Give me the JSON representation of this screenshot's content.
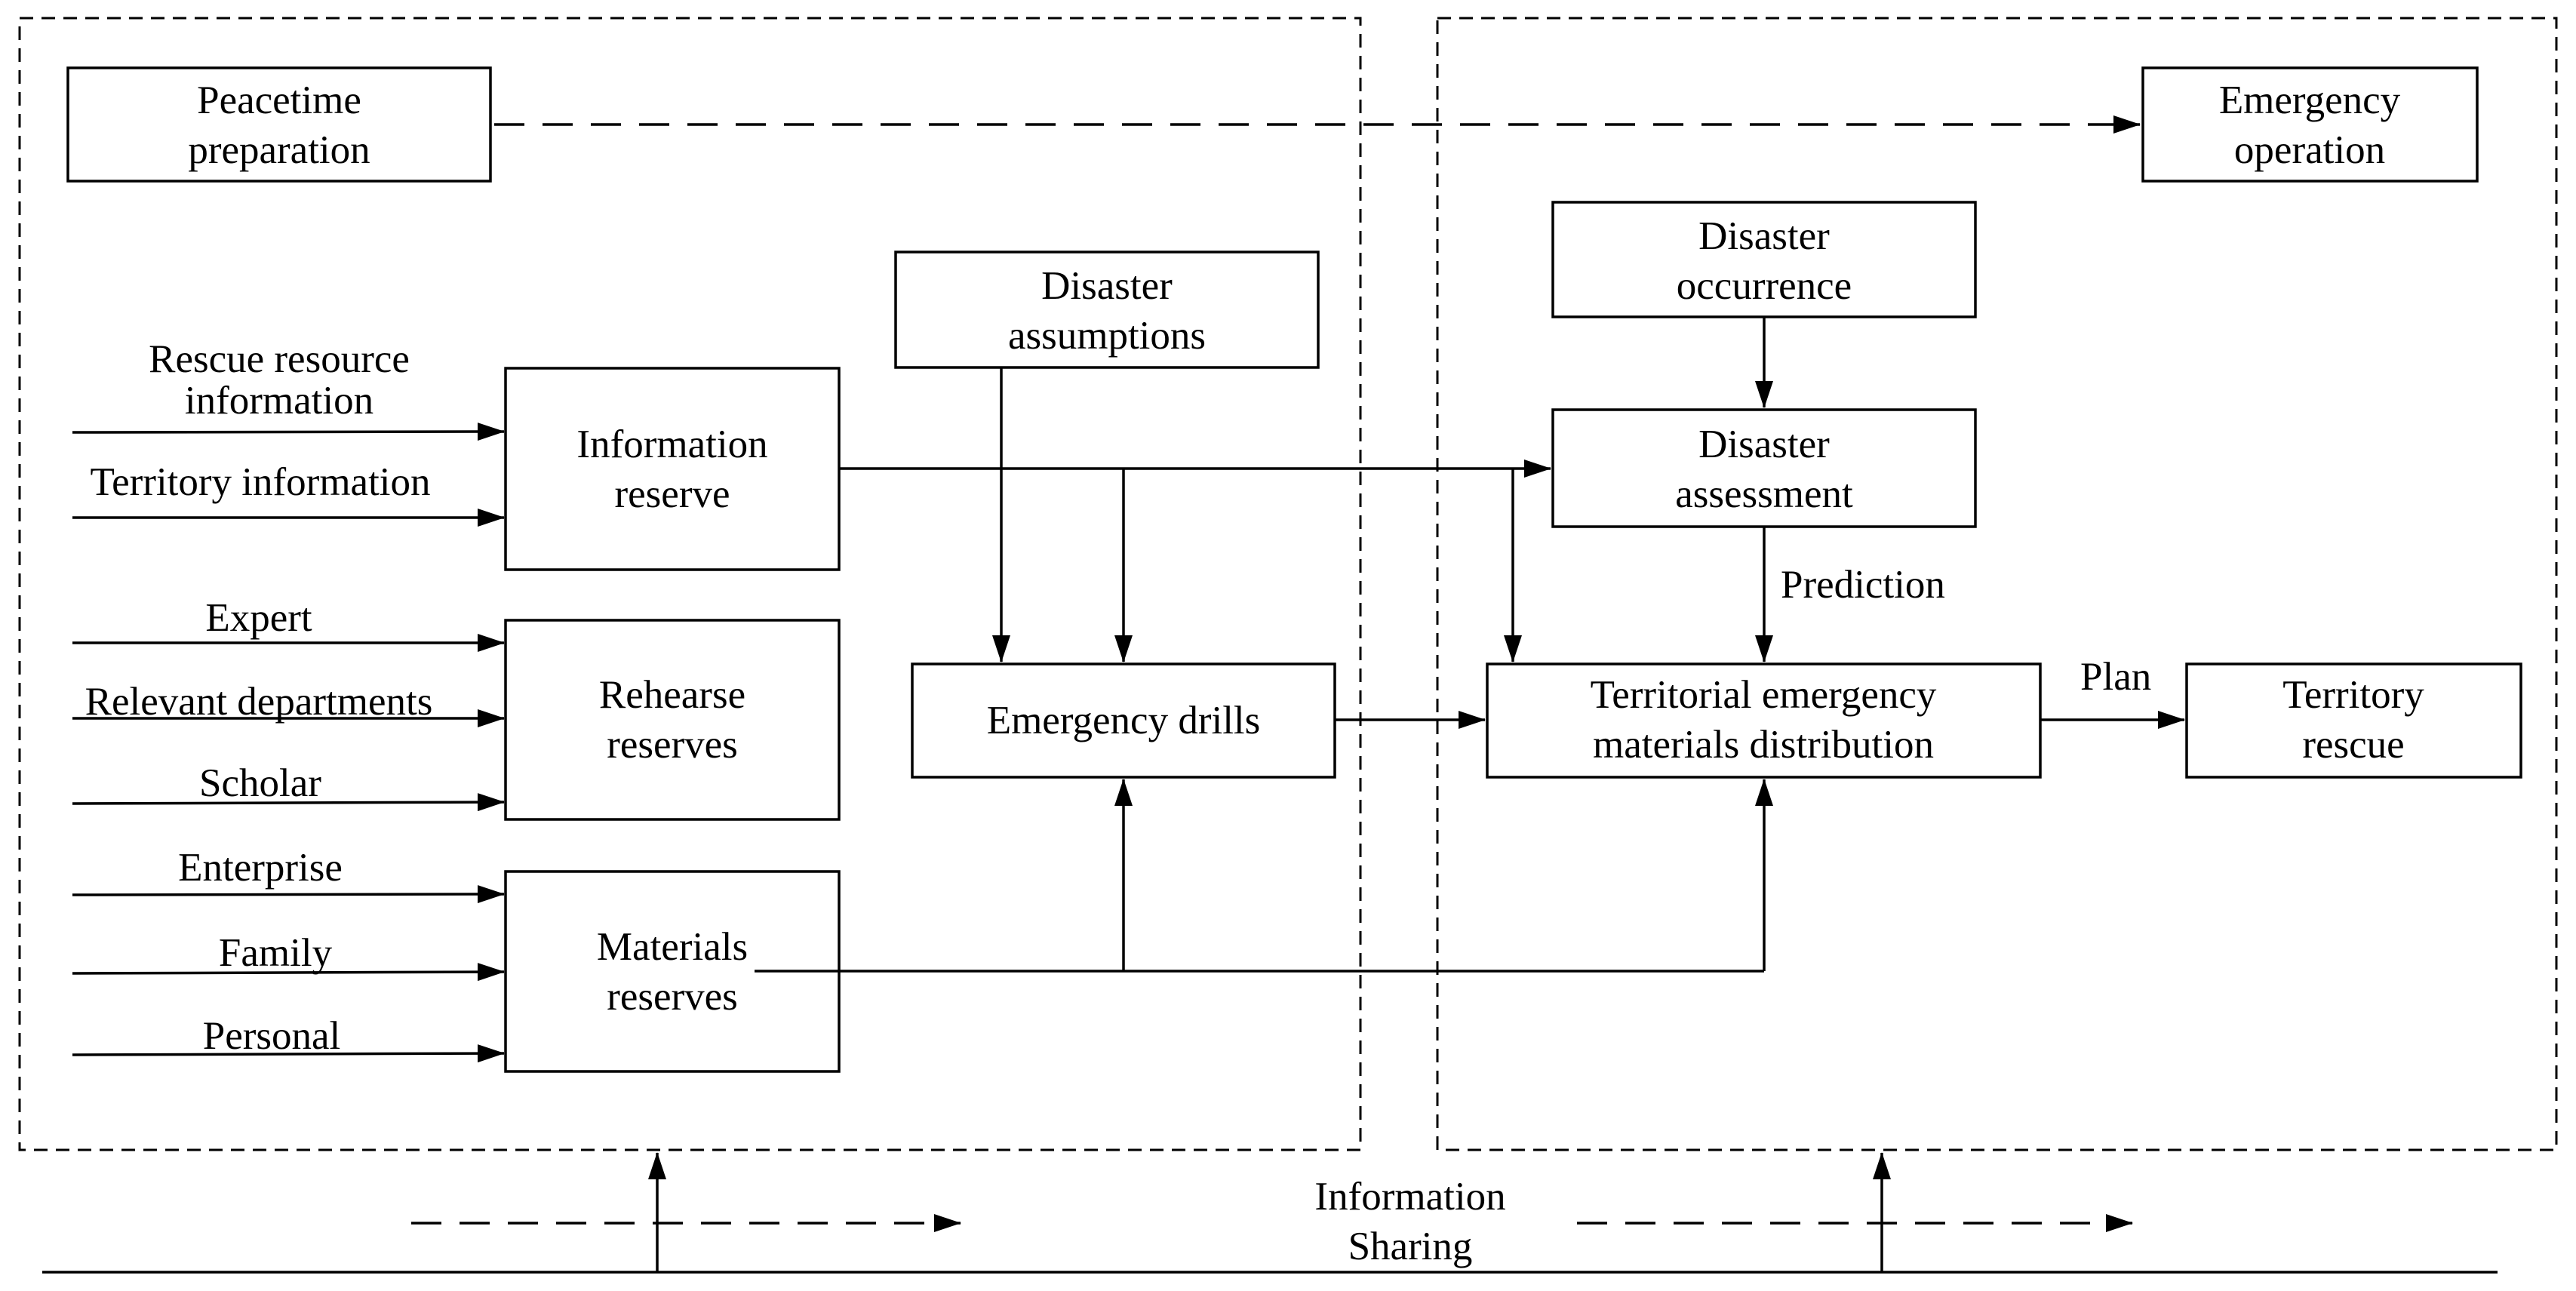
{
  "phases": {
    "peacetime": "Peacetime preparation",
    "peacetime_lines": [
      "Peacetime",
      "preparation"
    ],
    "emergency": "Emergency operation",
    "emergency_lines": [
      "Emergency",
      "operation"
    ]
  },
  "boxes": {
    "information_reserve": [
      "Information",
      "reserve"
    ],
    "rehearse_reserves": [
      "Rehearse",
      "reserves"
    ],
    "materials_reserves": [
      "Materials",
      "reserves"
    ],
    "disaster_assumptions": [
      "Disaster",
      "assumptions"
    ],
    "emergency_drills": [
      "Emergency drills"
    ],
    "disaster_occurrence": [
      "Disaster",
      "occurrence"
    ],
    "disaster_assessment": [
      "Disaster",
      "assessment"
    ],
    "distribution": [
      "Territorial emergency",
      "materials distribution"
    ],
    "territory_rescue": [
      "Territory",
      "rescue"
    ]
  },
  "inputs": {
    "rescue_resource": [
      "Rescue resource",
      "information"
    ],
    "territory_information": "Territory information",
    "expert": "Expert",
    "relevant_departments": "Relevant departments",
    "scholar": "Scholar",
    "enterprise": "Enterprise",
    "family": "Family",
    "personal": "Personal"
  },
  "edge_labels": {
    "prediction": "Prediction",
    "plan": "Plan"
  },
  "sharing": [
    "Information",
    "Sharing"
  ]
}
